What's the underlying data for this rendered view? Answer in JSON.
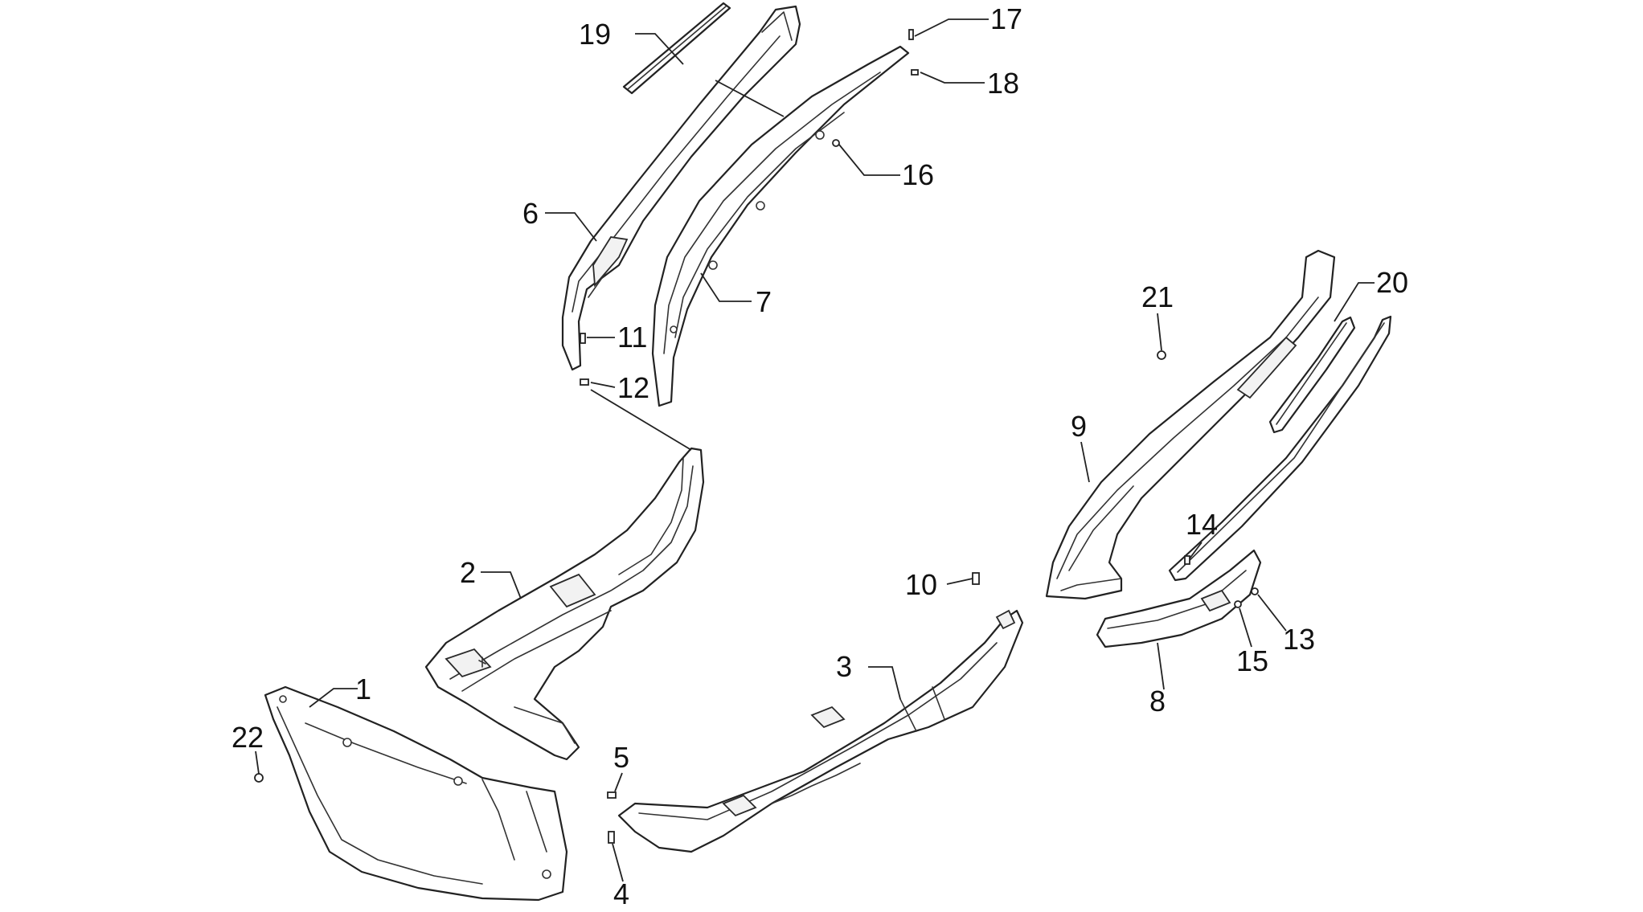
{
  "callouts": [
    {
      "id": "1",
      "text": "1"
    },
    {
      "id": "2",
      "text": "2"
    },
    {
      "id": "3",
      "text": "3"
    },
    {
      "id": "4",
      "text": "4"
    },
    {
      "id": "5",
      "text": "5"
    },
    {
      "id": "6",
      "text": "6"
    },
    {
      "id": "7",
      "text": "7"
    },
    {
      "id": "8",
      "text": "8"
    },
    {
      "id": "9",
      "text": "9"
    },
    {
      "id": "10",
      "text": "10"
    },
    {
      "id": "11",
      "text": "11"
    },
    {
      "id": "12",
      "text": "12"
    },
    {
      "id": "13",
      "text": "13"
    },
    {
      "id": "14",
      "text": "14"
    },
    {
      "id": "15",
      "text": "15"
    },
    {
      "id": "16",
      "text": "16"
    },
    {
      "id": "17",
      "text": "17"
    },
    {
      "id": "18",
      "text": "18"
    },
    {
      "id": "19",
      "text": "19"
    },
    {
      "id": "20",
      "text": "20"
    },
    {
      "id": "21",
      "text": "21"
    },
    {
      "id": "22",
      "text": "22"
    }
  ],
  "colors": {
    "line": "#222222",
    "background": "#ffffff"
  }
}
